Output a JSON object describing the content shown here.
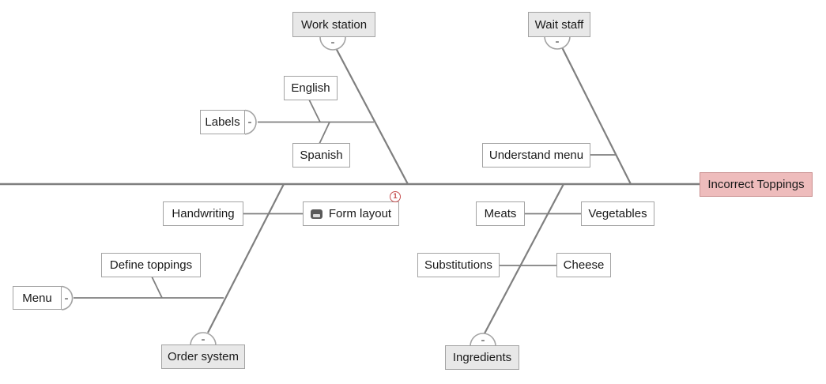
{
  "effect": {
    "label": "Incorrect Toppings"
  },
  "ui": {
    "collapse_glyph": "-",
    "note_badge_count": "1"
  },
  "categories": {
    "work_station": {
      "label": "Work station"
    },
    "wait_staff": {
      "label": "Wait staff"
    },
    "order_system": {
      "label": "Order system"
    },
    "ingredients": {
      "label": "Ingredients"
    }
  },
  "causes": {
    "labels": {
      "label": "Labels"
    },
    "english": {
      "label": "English"
    },
    "spanish": {
      "label": "Spanish"
    },
    "understand_menu": {
      "label": "Understand menu"
    },
    "handwriting": {
      "label": "Handwriting"
    },
    "form_layout": {
      "label": "Form layout",
      "badge": "1",
      "icon": "note-icon"
    },
    "meats": {
      "label": "Meats"
    },
    "vegetables": {
      "label": "Vegetables"
    },
    "substitutions": {
      "label": "Substitutions"
    },
    "cheese": {
      "label": "Cheese"
    },
    "define_toppings": {
      "label": "Define toppings"
    },
    "menu": {
      "label": "Menu"
    }
  },
  "colors": {
    "line_color": "#7f7f7f",
    "box_border": "#a3a3a3",
    "category_fill": "#e8e8e8",
    "node_fill": "#ffffff",
    "effect_fill": "#eebcbc",
    "effect_border": "#c98f8f",
    "badge_color": "#c75050",
    "text_color": "#1a1a1a",
    "canvas_bg": "#ffffff"
  }
}
